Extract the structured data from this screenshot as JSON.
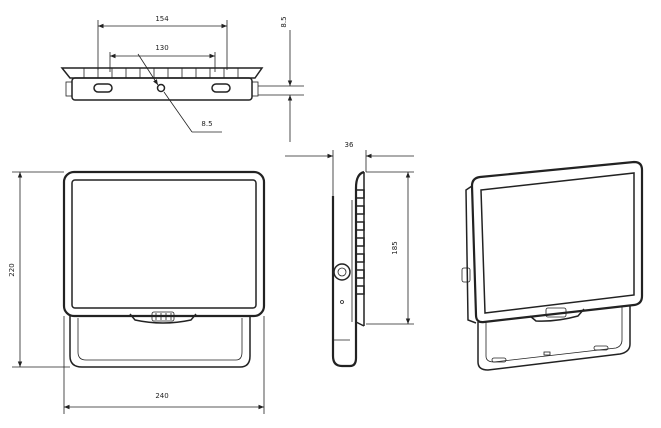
{
  "dimensions": {
    "top_width_outer": "154",
    "top_width_inner": "130",
    "top_thickness": "8.5",
    "hole_diameter": "8.5",
    "side_depth": "36",
    "side_height": "185",
    "front_height": "220",
    "front_width": "240"
  },
  "colors": {
    "line": "#222222",
    "background": "#ffffff"
  }
}
